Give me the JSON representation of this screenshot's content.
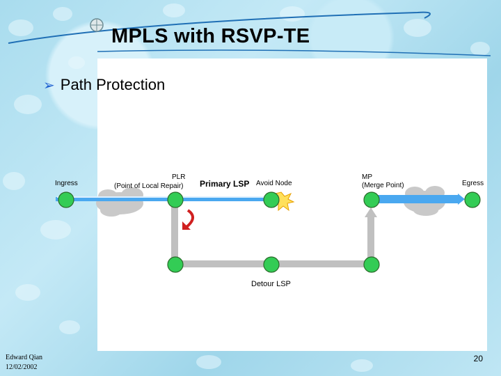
{
  "title": "MPLS with RSVP-TE",
  "bullet": "Path Protection",
  "diagram": {
    "ingress_label": "Ingress",
    "plr_label_line1": "PLR",
    "plr_label_line2": "(Point of Local Repair)",
    "primary_lsp_label": "Primary LSP",
    "avoid_node_label": "Avoid Node",
    "mp_label_line1": "MP",
    "mp_label_line2": "(Merge Point)",
    "egress_label": "Egress",
    "detour_lsp_label": "Detour LSP"
  },
  "footer": {
    "author": "Edward Qian",
    "date": "12/02/2002",
    "page_number": "20"
  },
  "colors": {
    "node_fill": "#33cc55",
    "primary_path": "#4aa8f0",
    "detour_path": "#c0c0c0",
    "accent_arrow": "#1d5fd0"
  }
}
